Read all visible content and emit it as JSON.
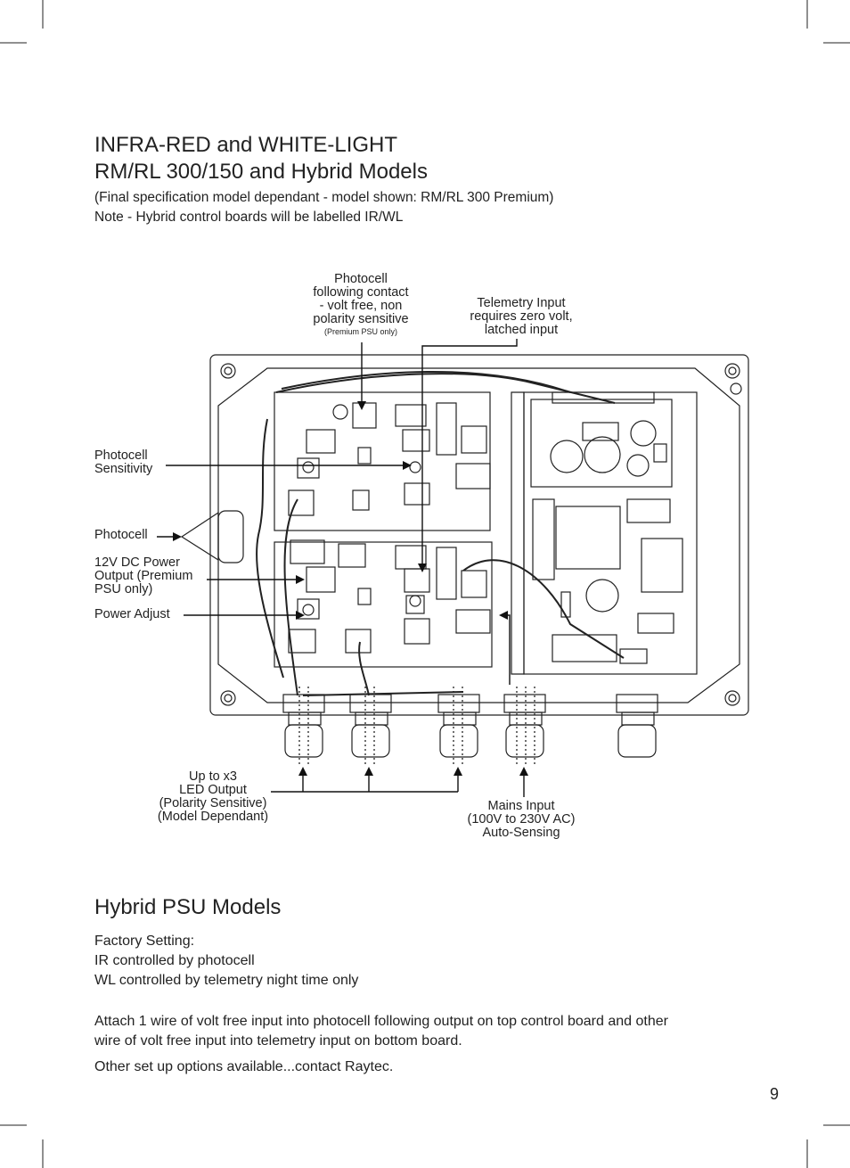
{
  "header": {
    "title_line1": "INFRA-RED and WHITE-LIGHT",
    "title_line2": "RM/RL 300/150 and Hybrid Models",
    "subtitle_line1": "(Final specification model dependant - model shown: RM/RL 300 Premium)",
    "subtitle_line2": "Note - Hybrid control boards will be labelled IR/WL"
  },
  "diagram": {
    "photocell_following": {
      "line1": "Photocell",
      "line2": "following contact",
      "line3": "- volt free, non",
      "line4": "polarity sensitive",
      "note": "(Premium PSU only)"
    },
    "telemetry": {
      "line1": "Telemetry Input",
      "line2": "requires zero volt,",
      "line3": "latched input"
    },
    "photocell_sensitivity": {
      "line1": "Photocell",
      "line2": "Sensitivity"
    },
    "photocell": "Photocell",
    "dc_output": {
      "line1": "12V DC Power",
      "line2": "Output (Premium",
      "line3": "PSU only)"
    },
    "power_adjust": "Power Adjust",
    "led_output": {
      "line1": "Up to x3",
      "line2": "LED Output",
      "line3": "(Polarity Sensitive)",
      "line4": "(Model Dependant)"
    },
    "mains_input": {
      "line1": "Mains Input",
      "line2": "(100V to 230V AC)",
      "line3": "Auto-Sensing"
    }
  },
  "hybrid": {
    "heading": "Hybrid PSU Models",
    "factory_line1": "Factory Setting:",
    "factory_line2": "IR controlled by photocell",
    "factory_line3": "WL controlled by telemetry night time only",
    "attach_line1": "Attach 1 wire of volt free input into photocell following output on top control board and other",
    "attach_line2": "wire of volt free input into telemetry input on bottom board.",
    "other": "Other set up options available...contact Raytec."
  },
  "page_number": "9"
}
